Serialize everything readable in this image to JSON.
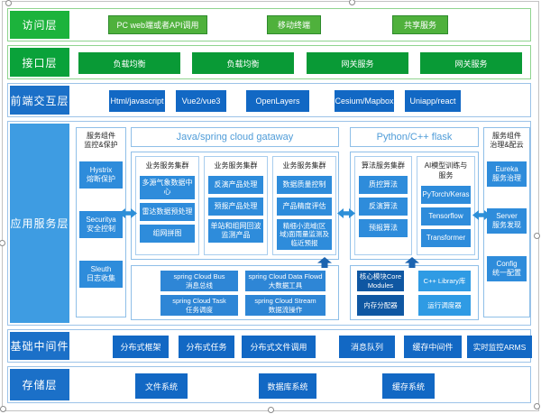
{
  "palette": {
    "green_bright": "#1cb33c",
    "green_dark": "#0aa23a",
    "green_button": "#4fb13c",
    "blue_label": "#1b70c8",
    "blue_label_light": "#3e9ce2",
    "blue_box": "#2e8cdb",
    "blue_dark_box": "#0f57a2",
    "blue_light_box": "#2f9be4",
    "blue_header_text": "#4f9cd8"
  },
  "layers": {
    "access": {
      "label": "访问层",
      "buttons": [
        "PC web端或者API调用",
        "移动终端",
        "共享服务"
      ]
    },
    "interface": {
      "label": "接口层",
      "buttons": [
        "负载均衡",
        "负载均衡",
        "网关服务",
        "网关服务"
      ]
    },
    "frontend": {
      "label": "前端交互层",
      "buttons": [
        "Html/javascript",
        "Vue2/vue3",
        "OpenLayers",
        "Cesium/Mapbox",
        "Uniapp/react"
      ]
    },
    "application": {
      "label": "应用服务层",
      "monitor_panel": {
        "title": "服务组件\n监控&保护",
        "boxes": [
          "Hystrix\n熔断保护",
          "Securitya\n安全控制",
          "Sleuth\n日志收集"
        ]
      },
      "java_section": {
        "title": "Java/spring cloud gataway",
        "clusters": [
          {
            "title": "业务服务集群",
            "boxes": [
              "多源气象数据中心",
              "雷达数据预处理",
              "组网拼图"
            ]
          },
          {
            "title": "业务服务集群",
            "boxes": [
              "反演产品处理",
              "预报产品处理",
              "单站和组网回波监测产品"
            ]
          },
          {
            "title": "业务服务集群",
            "boxes": [
              "数据质量控制",
              "产品精度评估",
              "精细小流域(区域)面雨量监测及临近预报"
            ]
          }
        ],
        "toolbox": [
          "spring Cloud Bus\n消息总线",
          "spring Cloud Data Flowd\n大数据工具",
          "spring Cloud Task\n任务调度",
          "spring Cloud Stream\n数据流操作"
        ]
      },
      "python_section": {
        "title": "Python/C++ flask",
        "clusters": [
          {
            "title": "算法服务集群",
            "boxes": [
              "质控算法",
              "反演算法",
              "预报算法"
            ]
          },
          {
            "title": "AI模型训练与服务",
            "boxes": [
              "PyTorch/Keras",
              "Tensorflow",
              "Transformer"
            ]
          }
        ],
        "toolbox": [
          "核心模块Core\nModules",
          "C++ Library库",
          "内存分配器",
          "运行调度器"
        ]
      },
      "governance_panel": {
        "title": "服务组件\n治理&配云",
        "boxes": [
          "Eureka\n服务治理",
          "Server\n服务发现",
          "Config\n统一配置"
        ]
      }
    },
    "middleware": {
      "label": "基础中间件",
      "buttons": [
        "分布式框架",
        "分布式任务",
        "分布式文件调用",
        "消息队列",
        "缓存中间件",
        "实时监控ARMS"
      ]
    },
    "storage": {
      "label": "存储层",
      "buttons": [
        "文件系统",
        "数据库系统",
        "缓存系统"
      ]
    }
  }
}
